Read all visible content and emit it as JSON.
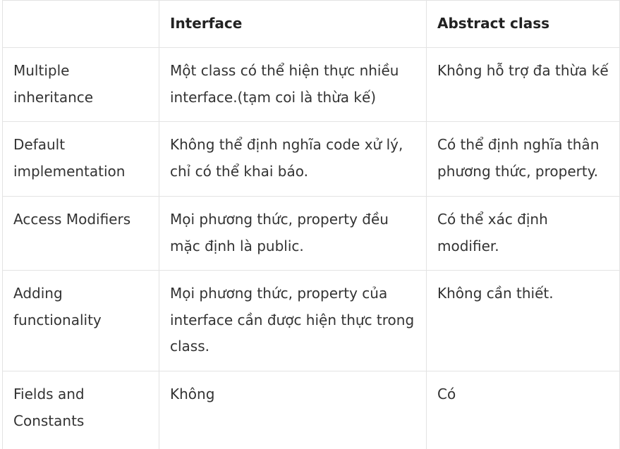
{
  "table": {
    "headers": [
      "",
      "Interface",
      "Abstract class"
    ],
    "rows": [
      [
        "Multiple inheritance",
        "Một class có thể hiện thực nhiều interface.(tạm coi là thừa kế)",
        "Không hỗ trợ đa thừa kế"
      ],
      [
        "Default implementation",
        "Không thể định nghĩa code xử lý, chỉ có thể khai báo.",
        "Có thể định nghĩa thân phương thức, property."
      ],
      [
        "Access Modifiers",
        "Mọi phương thức, property đều mặc định là public.",
        "Có thể xác định modifier."
      ],
      [
        "Adding functionality",
        "Mọi phương thức, property của interface cần được hiện thực trong class.",
        "Không cần thiết."
      ],
      [
        "Fields and Constants",
        "Không",
        "Có"
      ]
    ]
  }
}
